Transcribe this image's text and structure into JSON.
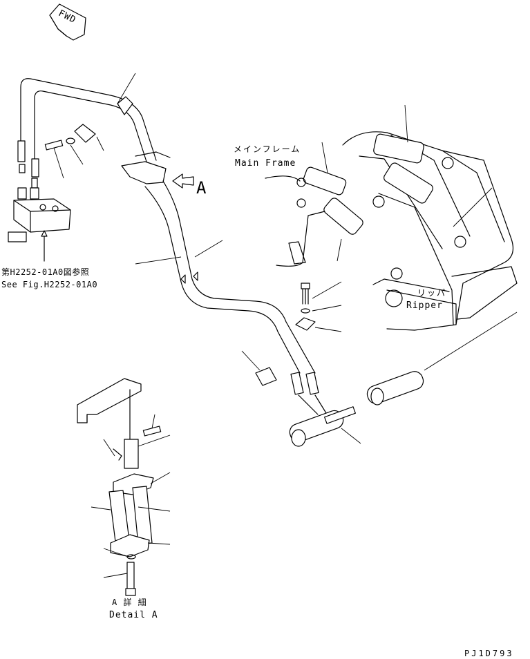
{
  "fwd_marker": {
    "text": "FWD"
  },
  "view_marker": {
    "text": "A"
  },
  "labels": {
    "main_frame_jp": "メインフレーム",
    "main_frame_en": "Main Frame",
    "ripper_jp": "リッパ",
    "ripper_en": "Ripper",
    "see_fig_jp": "第H2252-01A0図参照",
    "see_fig_en": "See Fig.H2252-01A0",
    "detail_jp": "A 詳 細",
    "detail_en": "Detail A",
    "drawing_code": "PJ1D793"
  }
}
